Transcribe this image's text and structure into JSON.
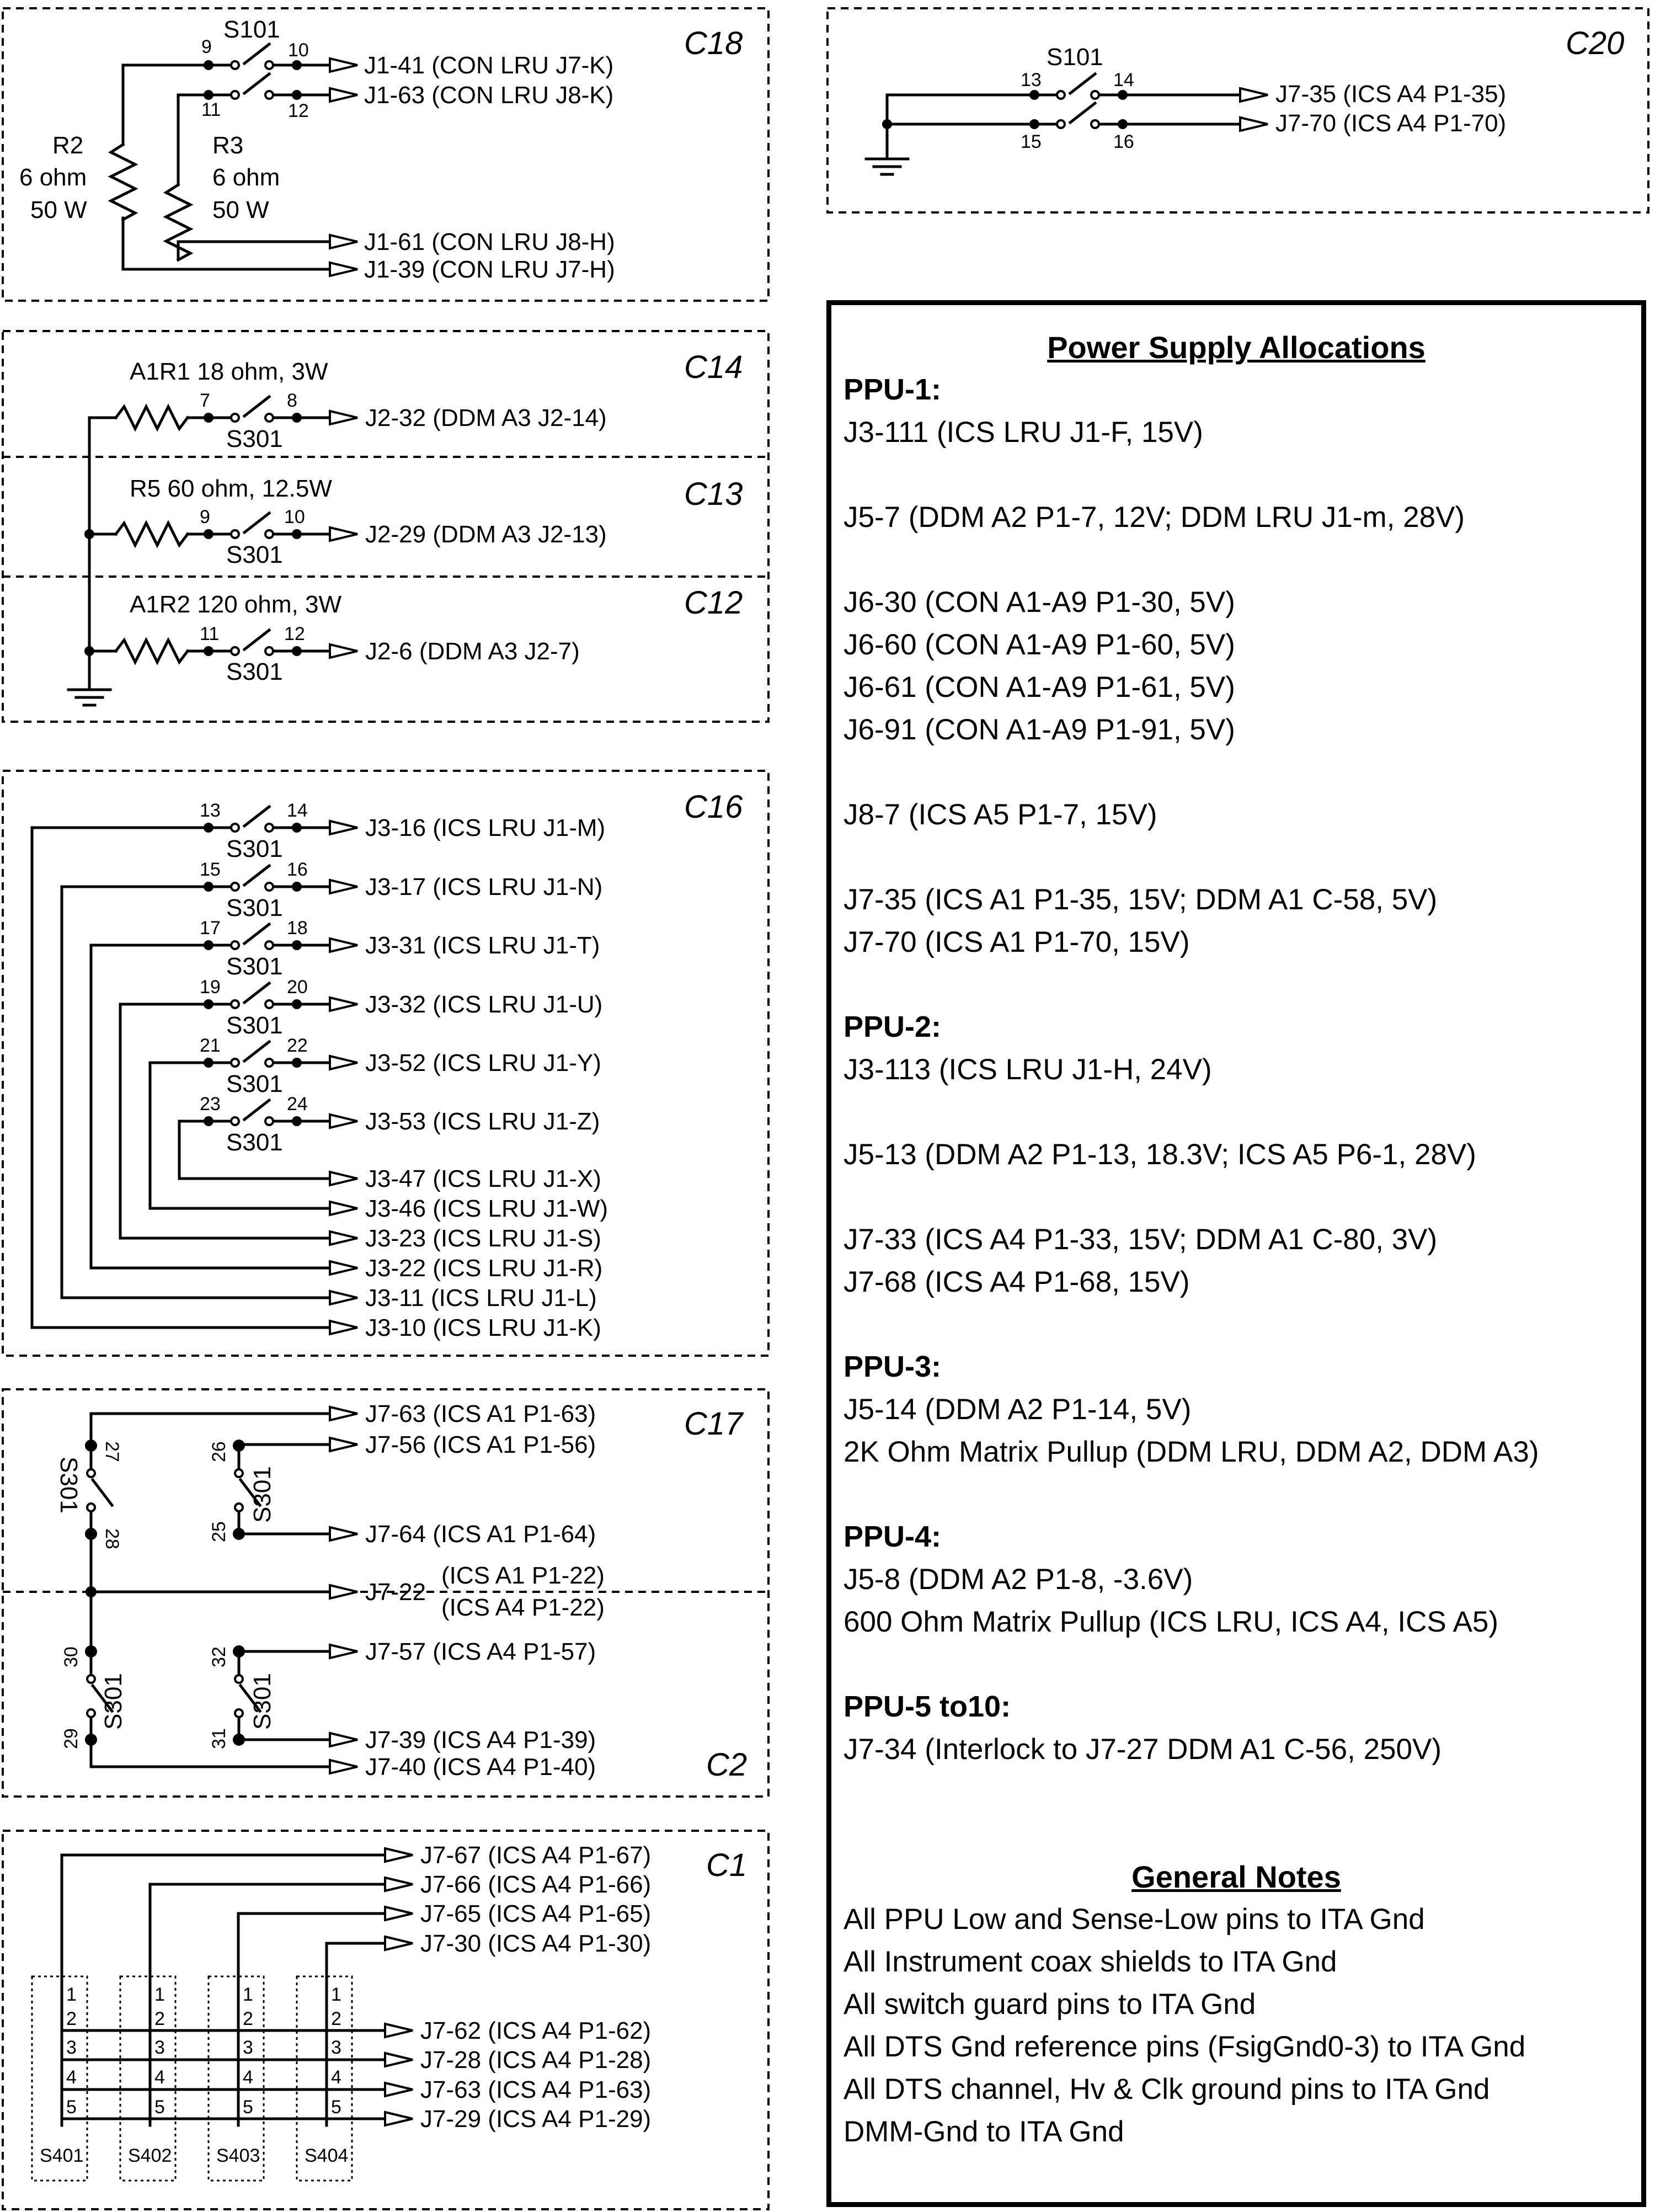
{
  "sections": {
    "c18": "C18",
    "c20": "C20",
    "c14": "C14",
    "c13": "C13",
    "c12": "C12",
    "c16": "C16",
    "c17": "C17",
    "c2": "C2",
    "c1": "C1"
  },
  "switches": {
    "s101": "S101",
    "s301": "S301",
    "s401": "S401",
    "s402": "S402",
    "s403": "S403",
    "s404": "S404"
  },
  "resistors": {
    "r2": {
      "name": "R2",
      "value": "6 ohm",
      "power": "50 W"
    },
    "r3": {
      "name": "R3",
      "value": "6 ohm",
      "power": "50 W"
    },
    "a1r1": "A1R1 18 ohm, 3W",
    "r5": "R5  60 ohm, 12.5W",
    "a1r2": "A1R2 120 ohm, 3W"
  },
  "pins": [
    "9",
    "10",
    "11",
    "12",
    "13",
    "14",
    "15",
    "16",
    "7",
    "8",
    "17",
    "18",
    "19",
    "20",
    "21",
    "22",
    "23",
    "24",
    "25",
    "26",
    "27",
    "28",
    "29",
    "30",
    "31",
    "32",
    "1",
    "2",
    "3",
    "4",
    "5"
  ],
  "c18_nets": [
    "J1-41 (CON LRU J7-K)",
    "J1-63 (CON LRU J8-K)",
    "J1-61 (CON LRU J8-H)",
    "J1-39 (CON LRU J7-H)"
  ],
  "c20_nets": [
    "J7-35 (ICS A4 P1-35)",
    "J7-70 (ICS A4 P1-70)"
  ],
  "c14_net": "J2-32 (DDM A3 J2-14)",
  "c13_net": "J2-29 (DDM A3 J2-13)",
  "c12_net": "J2-6 (DDM A3 J2-7)",
  "c16_nets": [
    "J3-16 (ICS LRU J1-M)",
    "J3-17 (ICS LRU J1-N)",
    "J3-31 (ICS LRU J1-T)",
    "J3-32 (ICS LRU J1-U)",
    "J3-52 (ICS LRU J1-Y)",
    "J3-53 (ICS LRU J1-Z)",
    "J3-47 (ICS LRU J1-X)",
    "J3-46 (ICS LRU J1-W)",
    "J3-23 (ICS LRU J1-S)",
    "J3-22 (ICS LRU J1-R)",
    "J3-11 (ICS LRU J1-L)",
    "J3-10 (ICS LRU J1-K)"
  ],
  "c17_nets": [
    "J7-63 (ICS A1 P1-63)",
    "J7-56 (ICS A1 P1-56)",
    "J7-64 (ICS A1 P1-64)"
  ],
  "c17_shared": {
    "pin": "J7-22",
    "a1": "(ICS A1 P1-22)",
    "a4": "(ICS A4 P1-22)"
  },
  "c2_nets": [
    "J7-57 (ICS A4 P1-57)",
    "J7-39 (ICS A4 P1-39)",
    "J7-40 (ICS A4 P1-40)"
  ],
  "c1_nets": [
    "J7-67 (ICS A4 P1-67)",
    "J7-66 (ICS A4 P1-66)",
    "J7-65 (ICS A4 P1-65)",
    "J7-30 (ICS A4 P1-30)",
    "J7-62 (ICS A4 P1-62)",
    "J7-28 (ICS A4 P1-28)",
    "J7-63 (ICS A4 P1-63)",
    "J7-29 (ICS A4 P1-29)"
  ],
  "allocations": {
    "title": "Power Supply Allocations",
    "groups": [
      {
        "heading": "PPU-1:",
        "lines": [
          "J3-111 (ICS LRU J1-F, 15V)",
          "",
          "J5-7 (DDM A2 P1-7, 12V; DDM LRU J1-m, 28V)",
          "",
          "J6-30 (CON A1-A9 P1-30, 5V)",
          "J6-60 (CON A1-A9 P1-60, 5V)",
          "J6-61 (CON A1-A9 P1-61, 5V)",
          "J6-91 (CON A1-A9 P1-91, 5V)",
          "",
          "J8-7 (ICS A5 P1-7, 15V)",
          "",
          "J7-35 (ICS A1 P1-35, 15V; DDM A1 C-58, 5V)",
          "J7-70 (ICS A1 P1-70, 15V)",
          ""
        ]
      },
      {
        "heading": "PPU-2:",
        "lines": [
          "J3-113 (ICS LRU J1-H, 24V)",
          "",
          "J5-13 (DDM A2 P1-13, 18.3V; ICS A5 P6-1, 28V)",
          "",
          "J7-33 (ICS A4 P1-33, 15V; DDM A1 C-80, 3V)",
          "J7-68 (ICS A4 P1-68, 15V)",
          ""
        ]
      },
      {
        "heading": "PPU-3:",
        "lines": [
          "J5-14 (DDM A2 P1-14, 5V)",
          "2K Ohm Matrix Pullup (DDM LRU, DDM A2, DDM A3)",
          ""
        ]
      },
      {
        "heading": "PPU-4:",
        "lines": [
          "J5-8 (DDM A2 P1-8, -3.6V)",
          "600 Ohm Matrix Pullup (ICS LRU, ICS A4, ICS A5)",
          ""
        ]
      },
      {
        "heading": "PPU-5 to10:",
        "lines": [
          "J7-34 (Interlock to J7-27 DDM A1 C-56, 250V)",
          "",
          ""
        ]
      }
    ],
    "notes_title": "General Notes",
    "notes": [
      "All PPU Low and Sense-Low pins to ITA Gnd",
      "All Instrument coax shields to ITA Gnd",
      "All switch guard pins to ITA Gnd",
      "All DTS Gnd reference pins (FsigGnd0-3) to ITA Gnd",
      "All DTS channel, Hv & Clk ground pins to ITA Gnd",
      "DMM-Gnd to ITA Gnd"
    ]
  }
}
